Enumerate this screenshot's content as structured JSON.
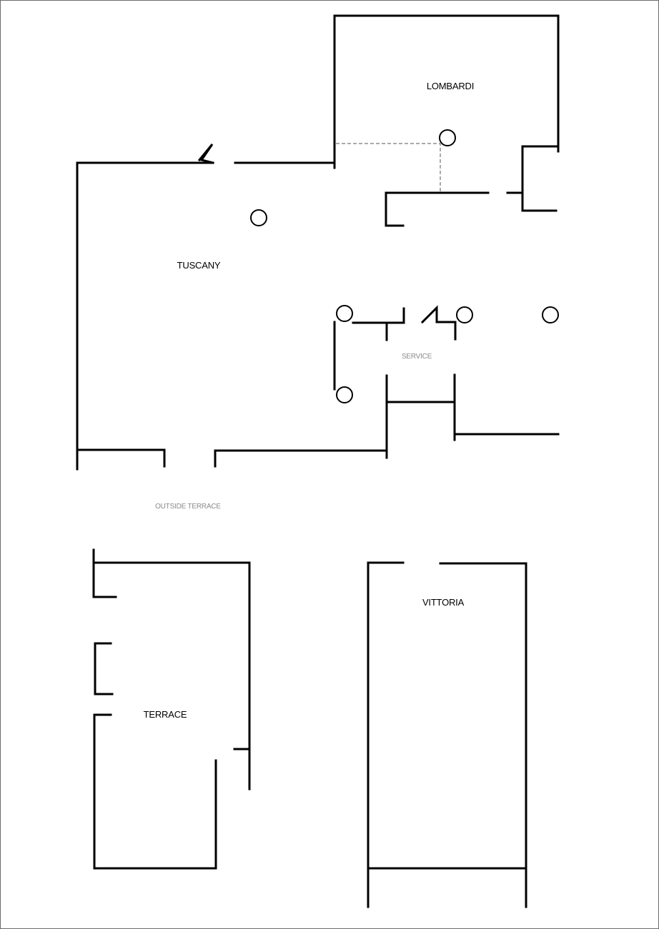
{
  "plan": {
    "rooms": {
      "lombardi": "LOMBARDI",
      "tuscany": "TUSCANY",
      "service": "SERVICE",
      "outside_terrace": "OUTSIDE TERRACE",
      "vittoria": "VITTORIA",
      "terrace": "TERRACE"
    },
    "colors": {
      "walls": "#000000",
      "room_labels": "#000000",
      "zone_labels": "#8a8a8a",
      "background": "#ffffff",
      "frame": "#6b6b6b"
    }
  }
}
